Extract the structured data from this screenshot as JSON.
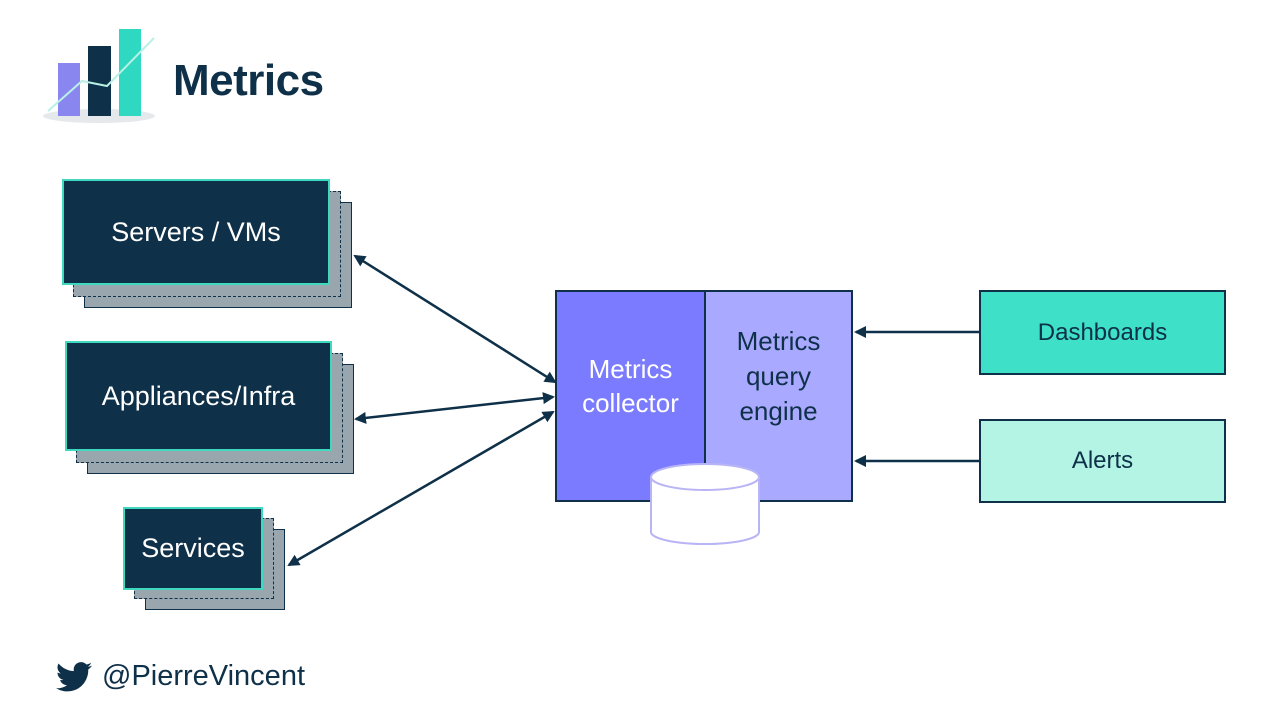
{
  "header": {
    "title": "Metrics",
    "logo_icon": "bar-chart-icon"
  },
  "sources": {
    "servers": "Servers / VMs",
    "appliances": "Appliances/Infra",
    "services": "Services"
  },
  "core": {
    "collector_line1": "Metrics",
    "collector_line2": "collector",
    "query_line1": "Metrics",
    "query_line2": "query",
    "query_line3": "engine",
    "storage_icon": "database-cylinder-icon"
  },
  "consumers": {
    "dashboards": "Dashboards",
    "alerts": "Alerts"
  },
  "footer": {
    "twitter_icon": "twitter-bird-icon",
    "handle": "@PierreVincent"
  },
  "colors": {
    "navy": "#0e3048",
    "teal_border": "#3fd9bf",
    "collector": "#7b7bff",
    "query_engine": "#a9a9ff",
    "dashboards": "#3fe0c8",
    "alerts": "#b3f4e5",
    "stack_shadow": "#9aa6ae"
  }
}
